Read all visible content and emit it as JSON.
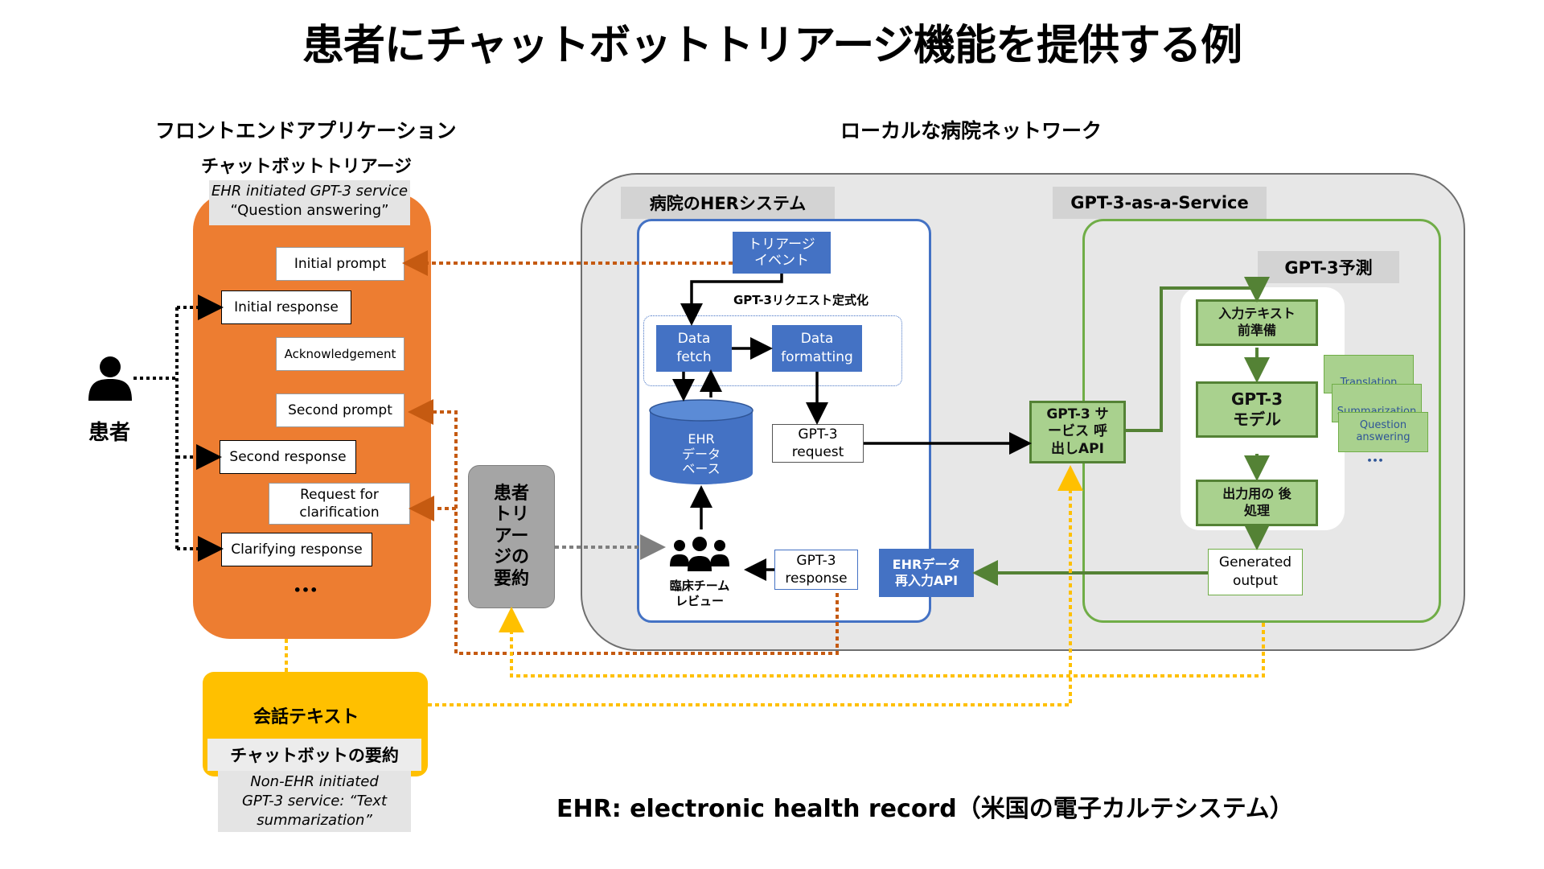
{
  "title": "患者にチャットボットトリアージ機能を提供する例",
  "left_heading": "フロントエンドアプリケーション",
  "left_subheading": "チャットボットトリアージ",
  "service_label_line1": "EHR initiated GPT-3 service",
  "service_label_line2": "“Question answering”",
  "chat_items": [
    "Initial prompt",
    "Initial response",
    "Acknowledgement",
    "Second prompt",
    "Second response",
    "Request for clarification",
    "Clarifying response",
    "•••"
  ],
  "patient_label": "患者",
  "network_heading": "ローカルな病院ネットワーク",
  "her_tag": "病院のHERシステム",
  "gpt_service_tag": "GPT-3-as-a-Service",
  "gpt_prediction_tag": "GPT-3予測",
  "triage_event": "トリアージ イベント",
  "request_formalization": "GPT-3リクエスト定式化",
  "data_fetch": "Data fetch",
  "data_formatting": "Data formatting",
  "ehr_database": "EHR データ ベース",
  "gpt3_request": "GPT-3 request",
  "gpt3_response": "GPT-3 response",
  "clinical_team_review": "臨床チーム レビュー",
  "ehr_reentry_api": "EHRデータ 再入力API",
  "gpt3_service_api": "GPT-3 サービス 呼出しAPI",
  "input_preprocessing": "入力テキスト 前準備",
  "gpt3_model": "GPT-3 モデル",
  "output_postprocessing": "出力用の 後処理",
  "generated_output": "Generated output",
  "task_cards": [
    "Translation",
    "Summarization",
    "Question answering",
    "•••"
  ],
  "patient_triage_summary": "患者 トリ アー ジの 要約",
  "conversation_text": "会話テキスト",
  "chatbot_summary": "チャットボットの要約",
  "non_ehr_label": "Non-EHR initiated GPT-3 service: “Text summarization”",
  "footnote": "EHR: electronic health record（米国の電子カルテシステム）",
  "colors": {
    "orange": "#ed7d31",
    "blue": "#4472c4",
    "green": "#70ad47",
    "green_fill": "#a9d18e",
    "yellow": "#ffc000",
    "gray_panel": "#e7e7e7"
  },
  "icons": [
    "person-icon",
    "team-icon",
    "database-icon"
  ]
}
